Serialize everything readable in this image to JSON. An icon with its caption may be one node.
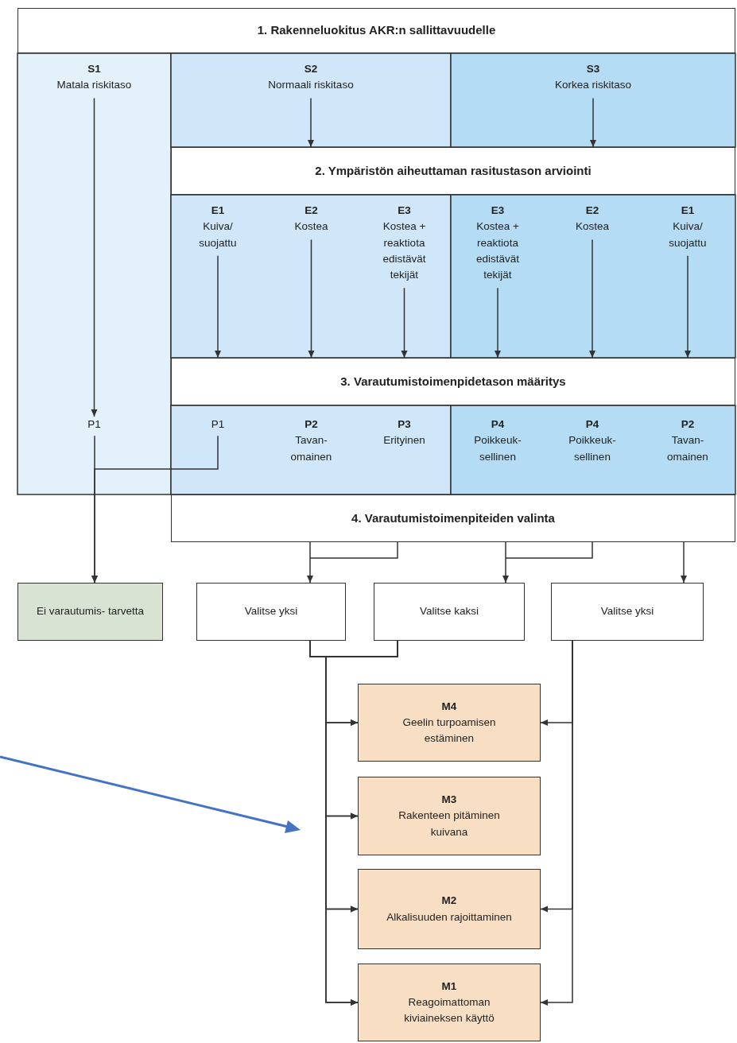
{
  "diagram": {
    "nodes": [
      {
        "text": [
          "1. Rakenneluokitus AKR:n sallittavuudelle"
        ]
      },
      {
        "text": [
          "S1",
          "Matala riskitaso"
        ]
      },
      {
        "text": [
          "S2",
          "Normaali riskitaso"
        ]
      },
      {
        "text": [
          "S3",
          "Korkea riskitaso"
        ]
      },
      {
        "text": [
          "2. Ympäristön aiheuttaman rasitustason arviointi"
        ]
      },
      {
        "text": [
          "E1",
          "Kuiva/ suojattu"
        ]
      },
      {
        "text": [
          "E2",
          "Kostea"
        ]
      },
      {
        "text": [
          "E3",
          "Kostea + reaktiota edistävät tekijät"
        ]
      },
      {
        "text": [
          "E3",
          "Kostea + reaktiota edistävät tekijät"
        ]
      },
      {
        "text": [
          "E2",
          "Kostea"
        ]
      },
      {
        "text": [
          "E1",
          "Kuiva/ suojattu"
        ]
      },
      {
        "text": [
          "3. Varautumistoimenpidetason määritys"
        ]
      },
      {
        "text": [
          "P1"
        ]
      },
      {
        "text": [
          "P1"
        ]
      },
      {
        "text": [
          "P2",
          "Tavan- omainen"
        ]
      },
      {
        "text": [
          "P3",
          "Erityinen"
        ]
      },
      {
        "text": [
          "P4",
          "Poikkeuk- sellinen"
        ]
      },
      {
        "text": [
          "P4",
          "Poikkeuk- sellinen"
        ]
      },
      {
        "text": [
          "P2",
          "Tavan- omainen"
        ]
      },
      {
        "text": [
          "4. Varautumistoimenpiteiden valinta"
        ]
      },
      {
        "text": [
          "Ei varautumis- tarvetta"
        ]
      },
      {
        "text": [
          "Valitse yksi"
        ]
      },
      {
        "text": [
          "Valitse kaksi"
        ]
      },
      {
        "text": [
          "Valitse yksi"
        ]
      },
      {
        "text": [
          "M4",
          "Geelin turpoamisen estäminen"
        ]
      },
      {
        "text": [
          "M3",
          "Rakenteen pitäminen kuivana"
        ]
      },
      {
        "text": [
          "M2",
          "Alkalisuuden rajoittaminen"
        ]
      },
      {
        "text": [
          "M1",
          "Reagoimattoman kiviaineksen käyttö"
        ]
      }
    ],
    "edges": [
      {
        "from": 2,
        "to": 4,
        "arrow": "to"
      },
      {
        "from": 3,
        "to": 4,
        "arrow": "to"
      },
      {
        "from": 5,
        "to": 11,
        "arrow": "to"
      },
      {
        "from": 6,
        "to": 11,
        "arrow": "to"
      },
      {
        "from": 7,
        "to": 11,
        "arrow": "to"
      },
      {
        "from": 8,
        "to": 11,
        "arrow": "to"
      },
      {
        "from": 9,
        "to": 11,
        "arrow": "to"
      },
      {
        "from": 10,
        "to": 11,
        "arrow": "to"
      },
      {
        "from": 1,
        "to": 12,
        "arrow": "to"
      },
      {
        "from": 12,
        "to": 20,
        "arrow": "to"
      },
      {
        "from": 13,
        "to": 20,
        "arrow": "to"
      },
      {
        "from": 19,
        "to": 21,
        "arrow": "to"
      },
      {
        "from": 19,
        "to": 22,
        "arrow": "to"
      },
      {
        "from": 19,
        "to": 23,
        "arrow": "to"
      },
      {
        "from": 21,
        "to": 24,
        "arrow": "to"
      },
      {
        "from": 21,
        "to": 25,
        "arrow": "to"
      },
      {
        "from": 21,
        "to": 26,
        "arrow": "to"
      },
      {
        "from": 21,
        "to": 27,
        "arrow": "to"
      },
      {
        "from": 22,
        "to": 24,
        "arrow": "to"
      },
      {
        "from": 22,
        "to": 25,
        "arrow": "to"
      },
      {
        "from": 22,
        "to": 26,
        "arrow": "to"
      },
      {
        "from": 22,
        "to": 27,
        "arrow": "to"
      },
      {
        "from": 23,
        "to": 24,
        "arrow": "to"
      },
      {
        "from": 23,
        "to": 26,
        "arrow": "to"
      },
      {
        "from": 23,
        "to": 27,
        "arrow": "to"
      }
    ]
  }
}
